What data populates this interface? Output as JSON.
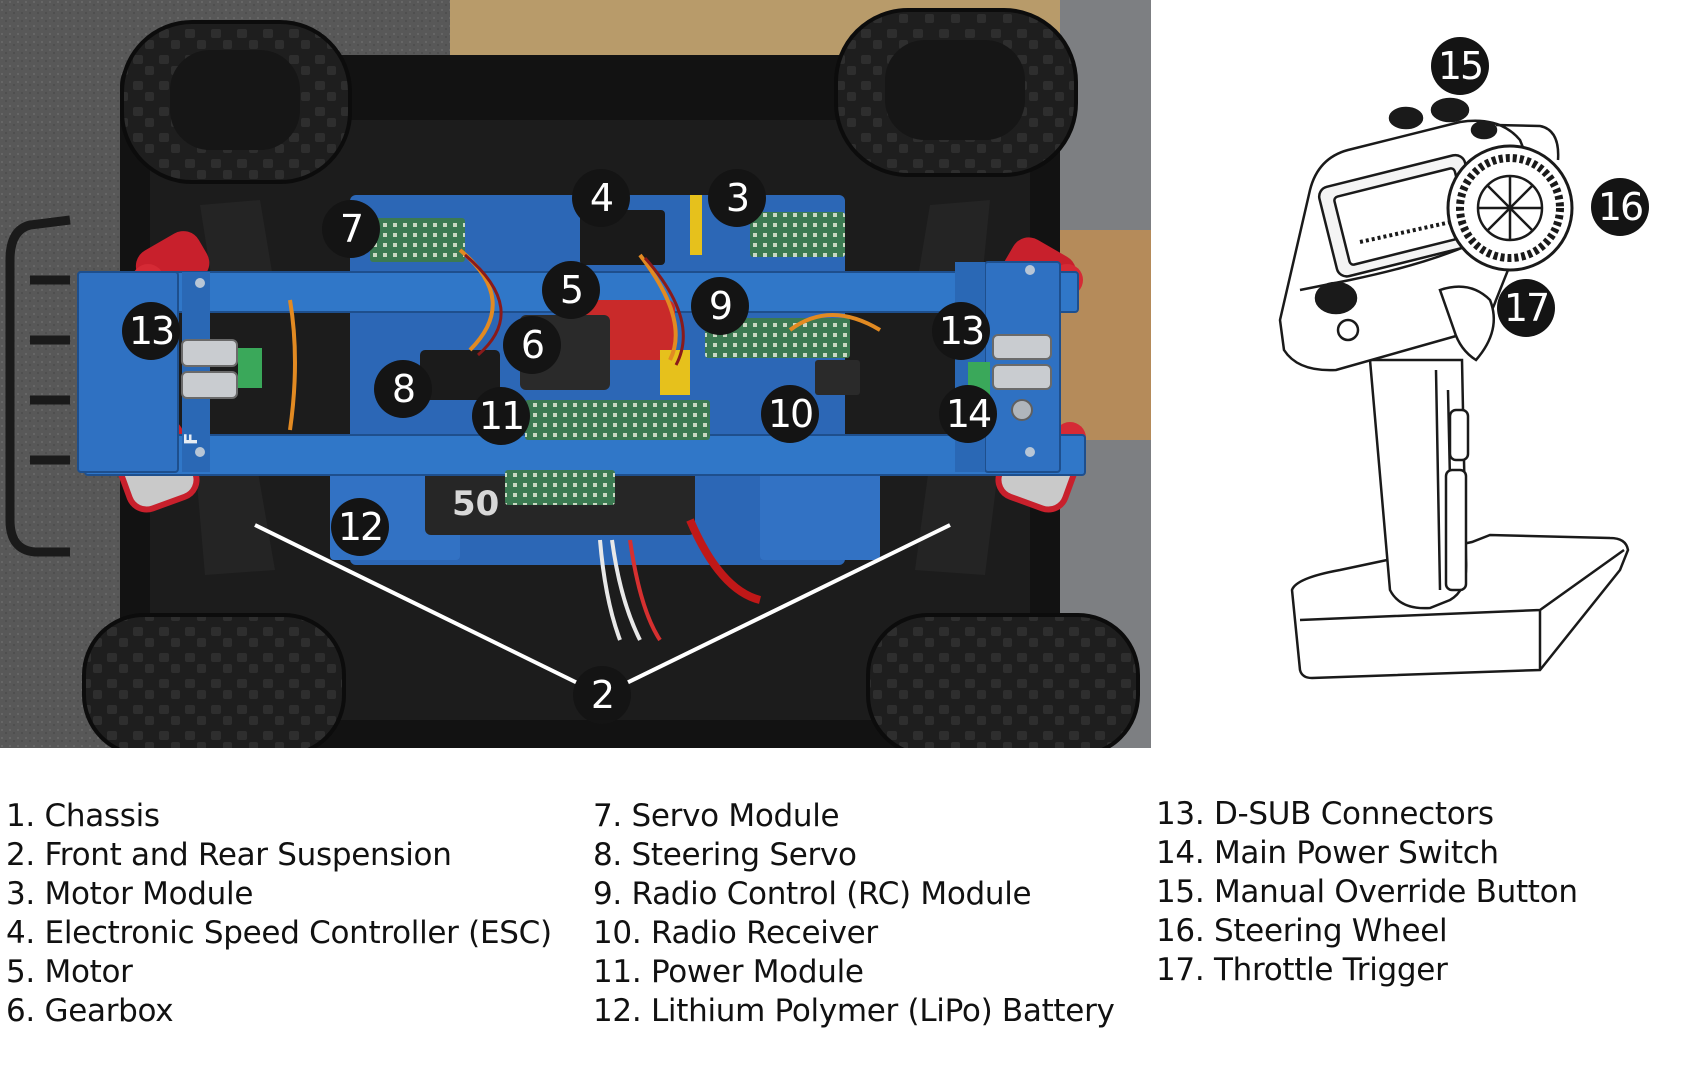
{
  "figure": {
    "callouts": [
      {
        "id": "2",
        "label": "2"
      },
      {
        "id": "3",
        "label": "3"
      },
      {
        "id": "4",
        "label": "4"
      },
      {
        "id": "5",
        "label": "5"
      },
      {
        "id": "6",
        "label": "6"
      },
      {
        "id": "7",
        "label": "7"
      },
      {
        "id": "8",
        "label": "8"
      },
      {
        "id": "9",
        "label": "9"
      },
      {
        "id": "10",
        "label": "10"
      },
      {
        "id": "11",
        "label": "11"
      },
      {
        "id": "12",
        "label": "12"
      },
      {
        "id": "13a",
        "label": "13"
      },
      {
        "id": "13b",
        "label": "13"
      },
      {
        "id": "14",
        "label": "14"
      },
      {
        "id": "15",
        "label": "15"
      },
      {
        "id": "16",
        "label": "16"
      },
      {
        "id": "17",
        "label": "17"
      }
    ],
    "vehicle_silkscreen": {
      "front_marker": "F",
      "battery_print": "50"
    },
    "controller_icons": [
      "wheel-icon",
      "trigger-icon",
      "screen-icon"
    ]
  },
  "legend": {
    "columns": [
      [
        "1. Chassis",
        "2. Front and Rear Suspension",
        "3. Motor Module",
        "4. Electronic Speed Controller (ESC)",
        "5. Motor",
        "6. Gearbox"
      ],
      [
        "7. Servo Module",
        "8. Steering Servo",
        "9. Radio Control (RC) Module",
        "10. Radio Receiver",
        "11. Power Module",
        "12. Lithium Polymer (LiPo) Battery"
      ],
      [
        "13. D-SUB Connectors",
        "14. Main Power Switch",
        "15. Manual Override Button",
        "16. Steering Wheel",
        "17. Throttle Trigger"
      ]
    ]
  },
  "colors": {
    "chassis_blue": "#2f6fc0",
    "badge_black": "#141414",
    "background_gray": "#5b5b5b",
    "spring_red": "#c8202c"
  }
}
